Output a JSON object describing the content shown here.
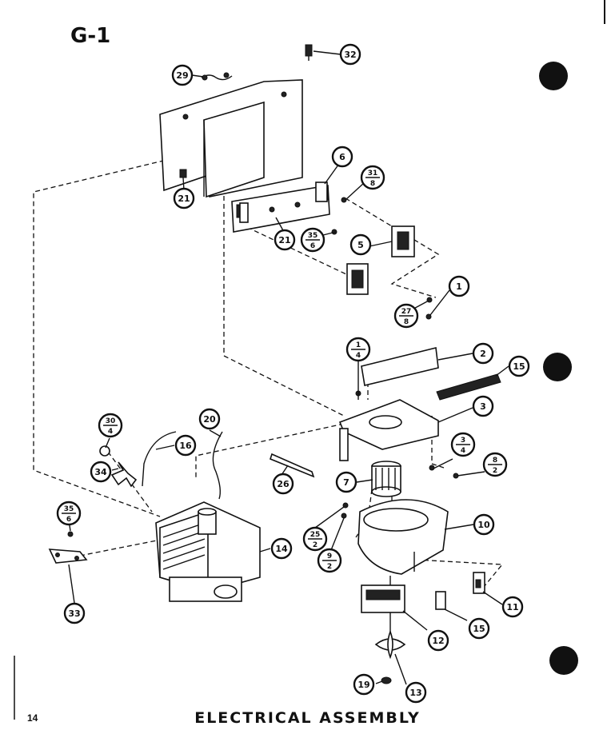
{
  "page": {
    "title": "G-1",
    "footer": "ELECTRICAL ASSEMBLY",
    "page_number": "14"
  },
  "callouts": [
    {
      "id": "c32",
      "label": "32"
    },
    {
      "id": "c29",
      "label": "29"
    },
    {
      "id": "c6",
      "label": "6"
    },
    {
      "id": "c31",
      "top": "31",
      "bottom": "8"
    },
    {
      "id": "c21a",
      "label": "21"
    },
    {
      "id": "c21b",
      "label": "21"
    },
    {
      "id": "c35a",
      "top": "35",
      "bottom": "6"
    },
    {
      "id": "c5",
      "label": "5"
    },
    {
      "id": "c1",
      "label": "1"
    },
    {
      "id": "c27",
      "top": "27",
      "bottom": "8"
    },
    {
      "id": "c1_4",
      "top": "1",
      "bottom": "4"
    },
    {
      "id": "c2",
      "label": "2"
    },
    {
      "id": "c15a",
      "label": "15"
    },
    {
      "id": "c3",
      "label": "3"
    },
    {
      "id": "c30",
      "top": "30",
      "bottom": "4"
    },
    {
      "id": "c20",
      "label": "20"
    },
    {
      "id": "c16",
      "label": "16"
    },
    {
      "id": "c34",
      "label": "34"
    },
    {
      "id": "c26",
      "label": "26"
    },
    {
      "id": "c3_4",
      "top": "3",
      "bottom": "4"
    },
    {
      "id": "c8_2",
      "top": "8",
      "bottom": "2"
    },
    {
      "id": "c7",
      "label": "7"
    },
    {
      "id": "c35b",
      "top": "35",
      "bottom": "6"
    },
    {
      "id": "c25",
      "top": "25",
      "bottom": "2"
    },
    {
      "id": "c9",
      "top": "9",
      "bottom": "2"
    },
    {
      "id": "c10",
      "label": "10"
    },
    {
      "id": "c14",
      "label": "14"
    },
    {
      "id": "c33",
      "label": "33"
    },
    {
      "id": "c11",
      "label": "11"
    },
    {
      "id": "c15b",
      "label": "15"
    },
    {
      "id": "c12",
      "label": "12"
    },
    {
      "id": "c19",
      "label": "19"
    },
    {
      "id": "c13",
      "label": "13"
    }
  ]
}
